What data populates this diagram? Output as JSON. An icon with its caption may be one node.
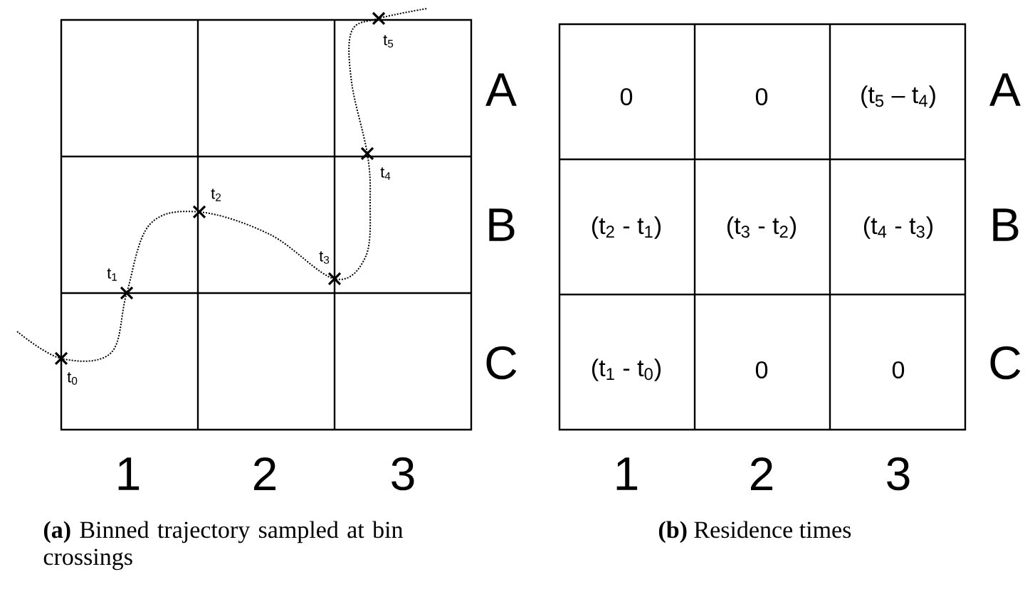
{
  "diagram": {
    "labels": [
      "t$_{0}$",
      "t$_{1}$",
      "t$_{2}$",
      "t$_{3}$",
      "t$_{4}$",
      "t$_{5}$",
      "A",
      "B",
      "C",
      "0",
      "0",
      "(t$_{5}$ – t$_{4}$)",
      "(t$_{2}$ - t$_{1}$)",
      "(t$_{3}$ - t$_{2}$)",
      "(t$_{4}$ - t$_{3}$)",
      "(t$_{1}$ - t$_{0}$)",
      "0",
      "0",
      "A",
      "B",
      "C",
      "1",
      "2",
      "3",
      "1",
      "2",
      "3",
      "**(a)** Binned trajectory sampled at bin crossings",
      "**(b)** Residence times"
    ]
  }
}
